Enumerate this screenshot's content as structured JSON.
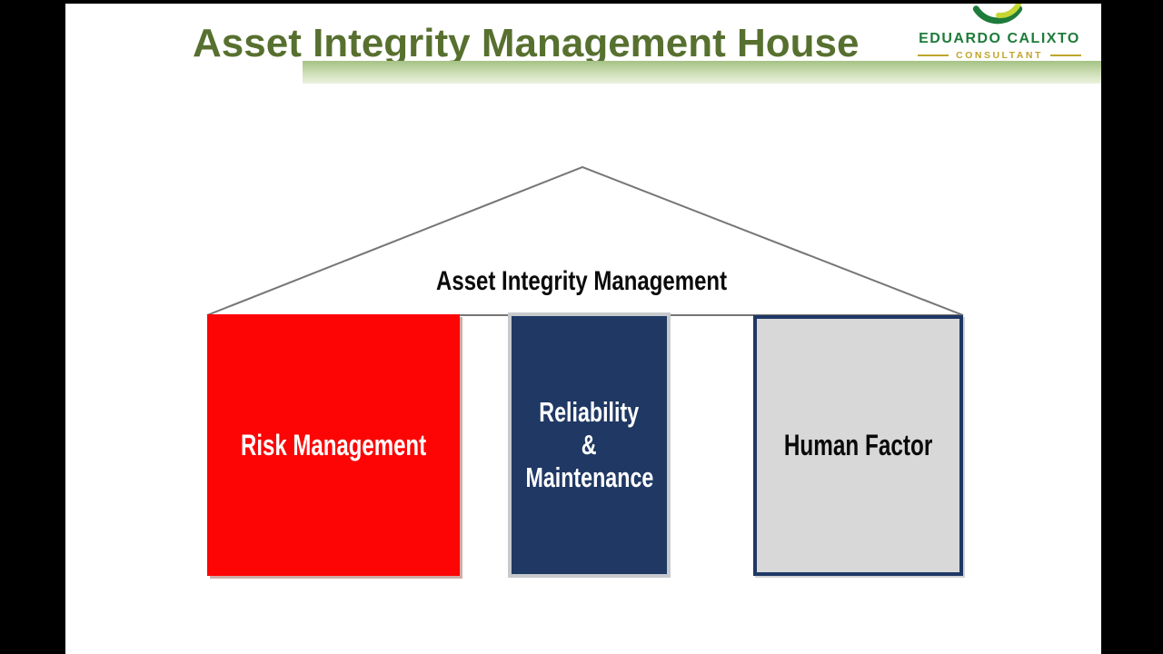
{
  "slide": {
    "title": "Asset Integrity Management House",
    "title_color": "#57702F"
  },
  "logo": {
    "name": "EDUARDO CALIXTO",
    "subtitle": "CONSULTANT",
    "name_color": "#1D7C39",
    "subtitle_color": "#BFA62B",
    "swoosh_dark_green": "#1E7B3B",
    "swoosh_yellow_green": "#C5D733",
    "swoosh_icon": "circle-swoosh-icon"
  },
  "accent_bar": {
    "gradient_top": "#A4C284",
    "gradient_bottom": "#EBF2DE"
  },
  "house": {
    "roof_label": "Asset Integrity Management",
    "roof_line_color": "#767676",
    "pillars": [
      {
        "id": "risk-management",
        "label": "Risk Management",
        "fill": "#FD0505",
        "text_color": "#FFFFFF"
      },
      {
        "id": "reliability-maintenance",
        "lines": [
          "Reliability",
          "&",
          "Maintenance"
        ],
        "fill": "#1F3864",
        "text_color": "#FFFFFF",
        "frame_color": "#C7CACD"
      },
      {
        "id": "human-factor",
        "label": "Human Factor",
        "fill": "#D8D8D8",
        "text_color": "#0A0A0A",
        "border_color": "#1F3864"
      }
    ]
  },
  "frame": {
    "letterbox_color": "#000000"
  }
}
